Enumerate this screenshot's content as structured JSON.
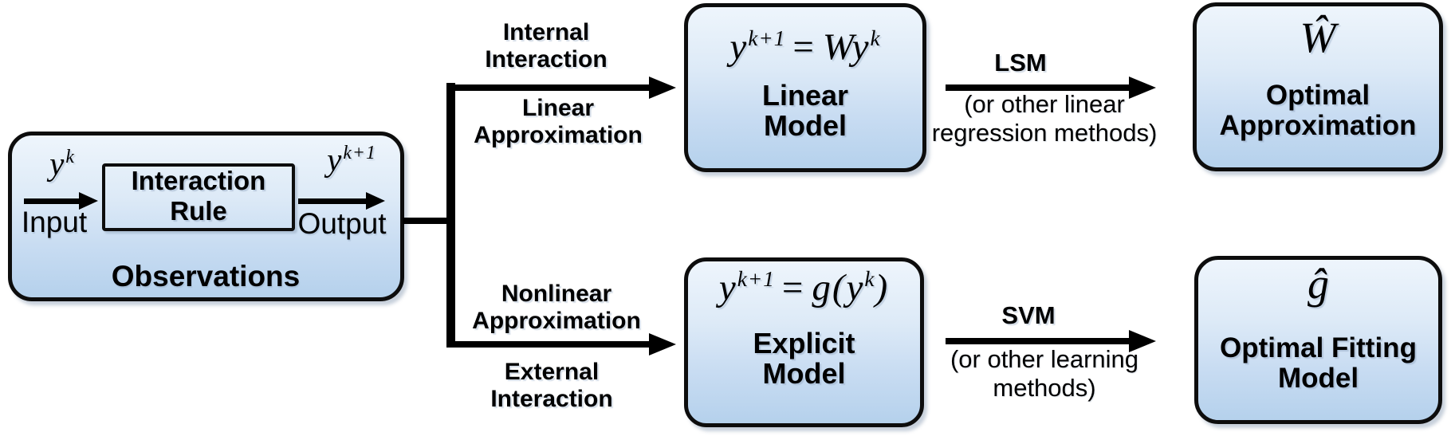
{
  "colors": {
    "background": "#ffffff",
    "box_fill_top": "#eef5fc",
    "box_fill_bottom": "#b5d1ec",
    "box_border": "#0d0d0d",
    "line_color": "#000000",
    "text_color": "#000000"
  },
  "observations": {
    "caption": "Observations",
    "input_label": "Input",
    "output_label": "Output",
    "input_math": {
      "base": "y",
      "sup": "k"
    },
    "output_math": {
      "base": "y",
      "sup": "k+1"
    },
    "inner_box": {
      "line1": "Interaction",
      "line2": "Rule"
    }
  },
  "branch_labels": {
    "top_above": {
      "line1": "Internal",
      "line2": "Interaction"
    },
    "top_below": {
      "line1": "Linear",
      "line2": "Approximation"
    },
    "bottom_above": {
      "line1": "Nonlinear",
      "line2": "Approximation"
    },
    "bottom_below": {
      "line1": "External",
      "line2": "Interaction"
    }
  },
  "linear_model": {
    "equation": {
      "b1": "y",
      "s1": "k+1",
      "op": "=",
      "b2": "Wy",
      "s2": "k"
    },
    "title_line1": "Linear",
    "title_line2": "Model"
  },
  "lsm": {
    "label": "LSM",
    "caption_line1": "(or other linear",
    "caption_line2": "regression methods)"
  },
  "optimal_approximation": {
    "symbol": "Ŵ",
    "title_line1": "Optimal",
    "title_line2": "Approximation"
  },
  "explicit_model": {
    "equation": {
      "b1": "y",
      "s1": "k+1",
      "op": "=",
      "pre": "g(",
      "b2": "y",
      "s2": "k",
      "post": ")"
    },
    "title_line1": "Explicit",
    "title_line2": "Model"
  },
  "svm": {
    "label": "SVM",
    "caption_line1": "(or other learning",
    "caption_line2": "methods)"
  },
  "optimal_fitting_model": {
    "symbol": "ĝ",
    "title_line1": "Optimal Fitting",
    "title_line2": "Model"
  }
}
